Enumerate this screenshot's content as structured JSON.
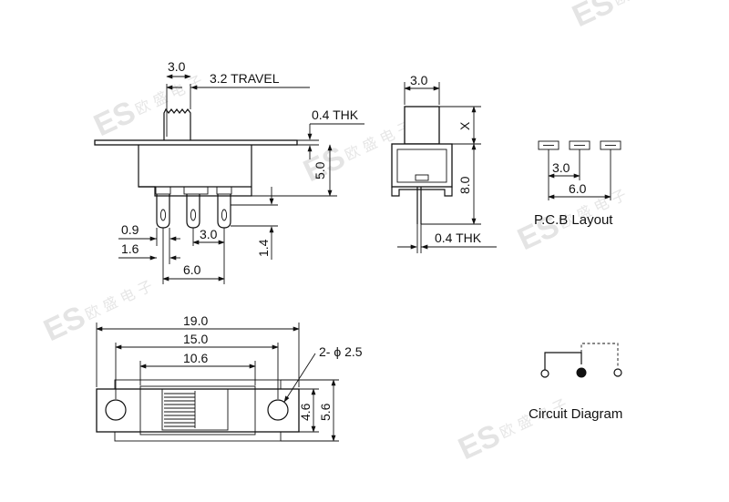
{
  "side_view": {
    "actuator_width": "3.0",
    "travel": "3.2 TRAVEL",
    "plate_thk": "0.4 THK",
    "body_height": "5.0",
    "pin_width": "0.9",
    "pin_offset": "1.6",
    "pin_pitch": "3.0",
    "pin_span": "6.0",
    "pin_length": "1.4"
  },
  "end_view": {
    "actuator_width": "3.0",
    "actuator_height": "X",
    "height": "8.0",
    "pin_thk": "0.4 THK"
  },
  "pcb_layout": {
    "pitch": "3.0",
    "span": "6.0",
    "title": "P.C.B Layout"
  },
  "top_view": {
    "overall": "19.0",
    "hole_pitch": "15.0",
    "slot": "10.6",
    "holes": "2- ϕ 2.5",
    "inner_width": "4.6",
    "outer_width": "5.6"
  },
  "circuit": {
    "title": "Circuit Diagram"
  },
  "watermark": {
    "logo": "ES",
    "text": "欧 盛 电 子"
  }
}
